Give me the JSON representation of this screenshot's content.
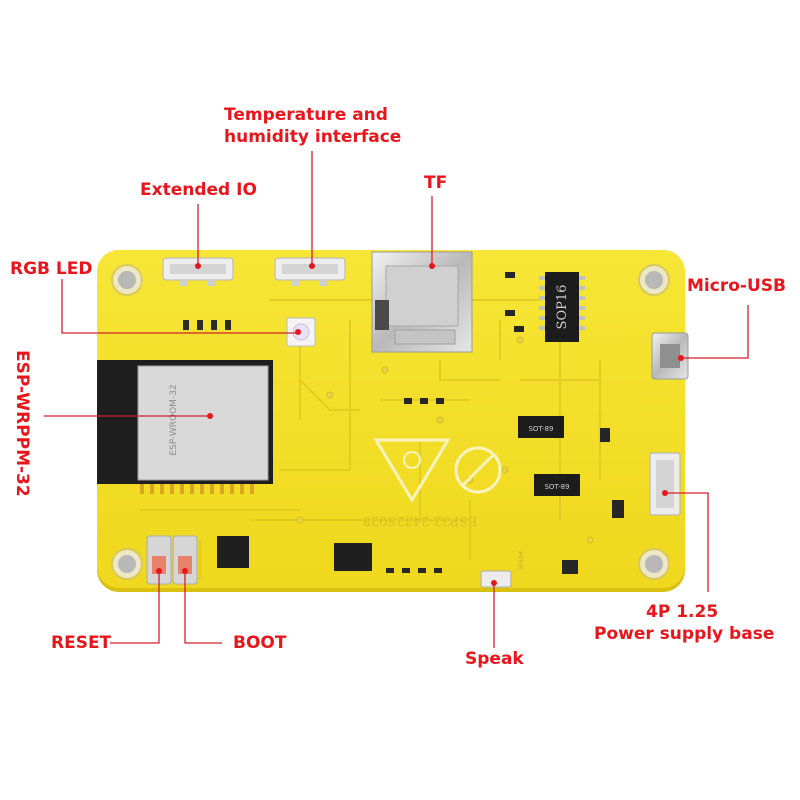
{
  "callouts": {
    "temperature_line1": "Temperature and",
    "temperature_line2": "humidity interface",
    "extended_io": "Extended IO",
    "tf": "TF",
    "rgb_led": "RGB LED",
    "micro_usb": "Micro-USB",
    "module": "ESP-WRPPM-32",
    "reset": "RESET",
    "boot": "BOOT",
    "speak": "Speak",
    "power_line1": "4P 1.25",
    "power_line2": "Power supply base"
  },
  "board_markings": {
    "module_label": "ESP-WROOM-32",
    "ic_label": "SOP16",
    "regulator1": "SOT-89",
    "regulator2": "SOT-89",
    "board_name": "ESP32-2432S028",
    "speaker_silk": "SPEAK"
  },
  "colors": {
    "board": "#f5e32a",
    "callout": "#e8161b",
    "leader_line": "#d4202a"
  },
  "icons": [
    "mounting-hole-icon",
    "recycle-triangle-icon",
    "pb-free-icon"
  ]
}
